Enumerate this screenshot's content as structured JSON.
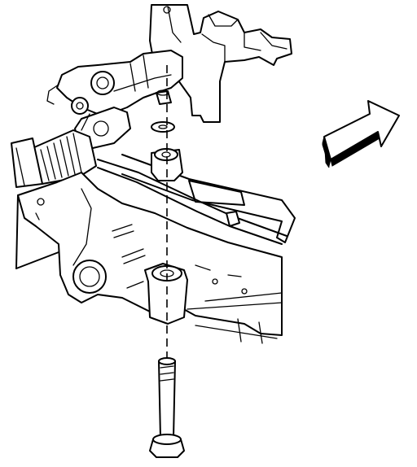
{
  "figure": {
    "parts": [
      {
        "name": "steering-gear",
        "icon": "steering-gear-assembly"
      },
      {
        "name": "frame-crossmember",
        "icon": "frame-crossmember"
      },
      {
        "name": "mounting-bolt",
        "icon": "bolt"
      },
      {
        "name": "washer",
        "icon": "washer"
      },
      {
        "name": "nut",
        "icon": "nut"
      },
      {
        "name": "bushing",
        "icon": "bushing"
      },
      {
        "name": "forward-arrow",
        "icon": "direction-arrow"
      }
    ],
    "colors": {
      "line": "#000000",
      "background": "#ffffff"
    }
  }
}
